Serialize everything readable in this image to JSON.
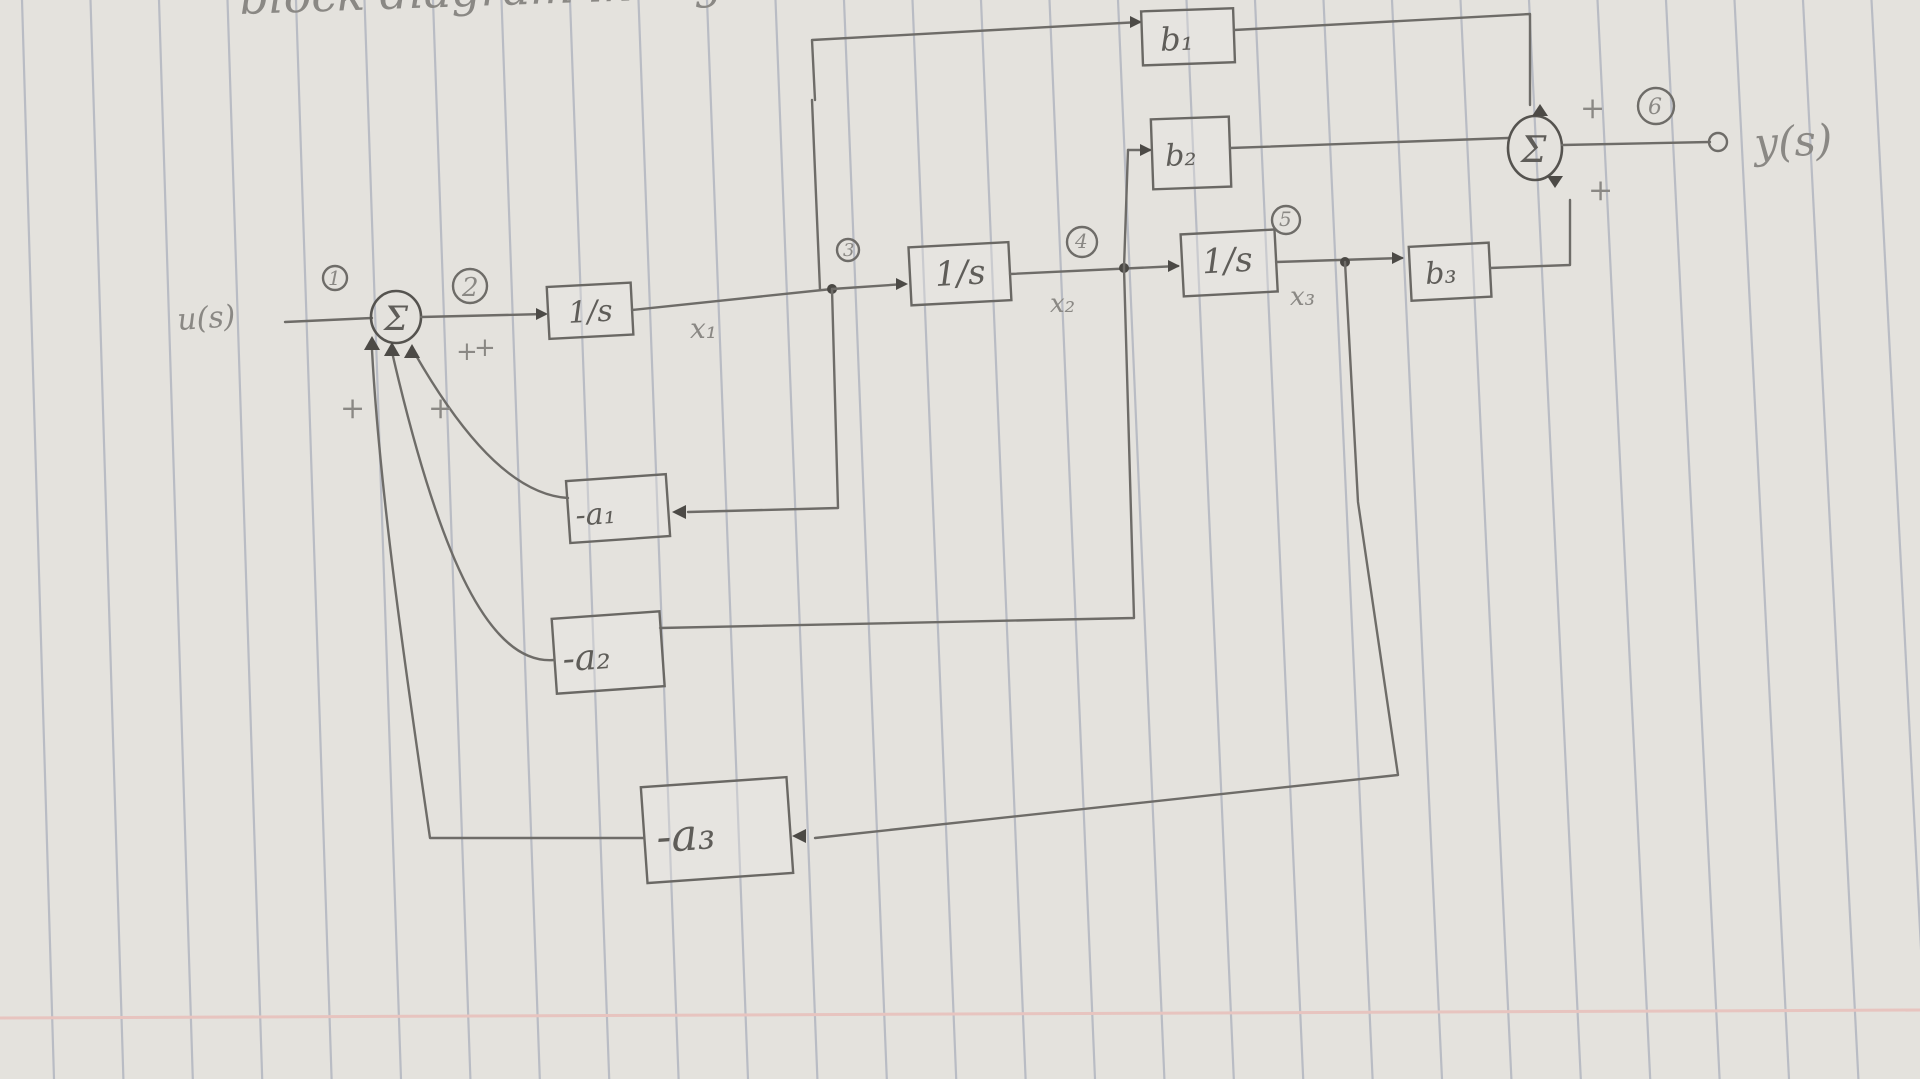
{
  "paper": {
    "background": "#e4e2dd",
    "rule_color": "#b9bcc4",
    "margin_color": "#e7c4bf",
    "heading": "block diagram in Figure"
  },
  "diagram": {
    "input_label": "u(s)",
    "output_label": "y(s)",
    "sum_symbol": "Σ",
    "integrator_label": "1/s",
    "gains": {
      "a1": "-a₁",
      "a2": "-a₂",
      "a3": "-a₃",
      "b1": "b₁",
      "b2": "b₂",
      "b3": "b₃"
    },
    "states": {
      "x1": "x₁",
      "x2": "x₂",
      "x3": "x₃"
    },
    "signs": {
      "plus": "+"
    },
    "node_numbers": [
      "1",
      "2",
      "3",
      "4",
      "5",
      "6"
    ]
  }
}
